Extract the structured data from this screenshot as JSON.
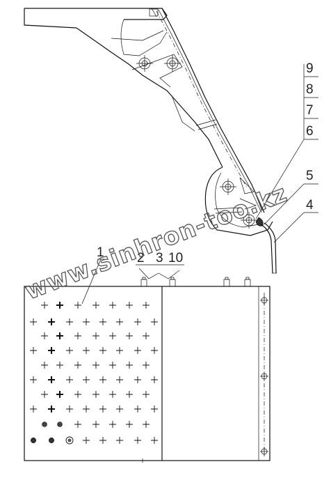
{
  "callouts": {
    "c1": "1",
    "c2": "2",
    "c3": "3",
    "c4": "4",
    "c5": "5",
    "c6": "6",
    "c7": "7",
    "c8": "8",
    "c9": "9",
    "c10": "10"
  },
  "watermark": {
    "text": "www.sinhron-too.kz"
  }
}
